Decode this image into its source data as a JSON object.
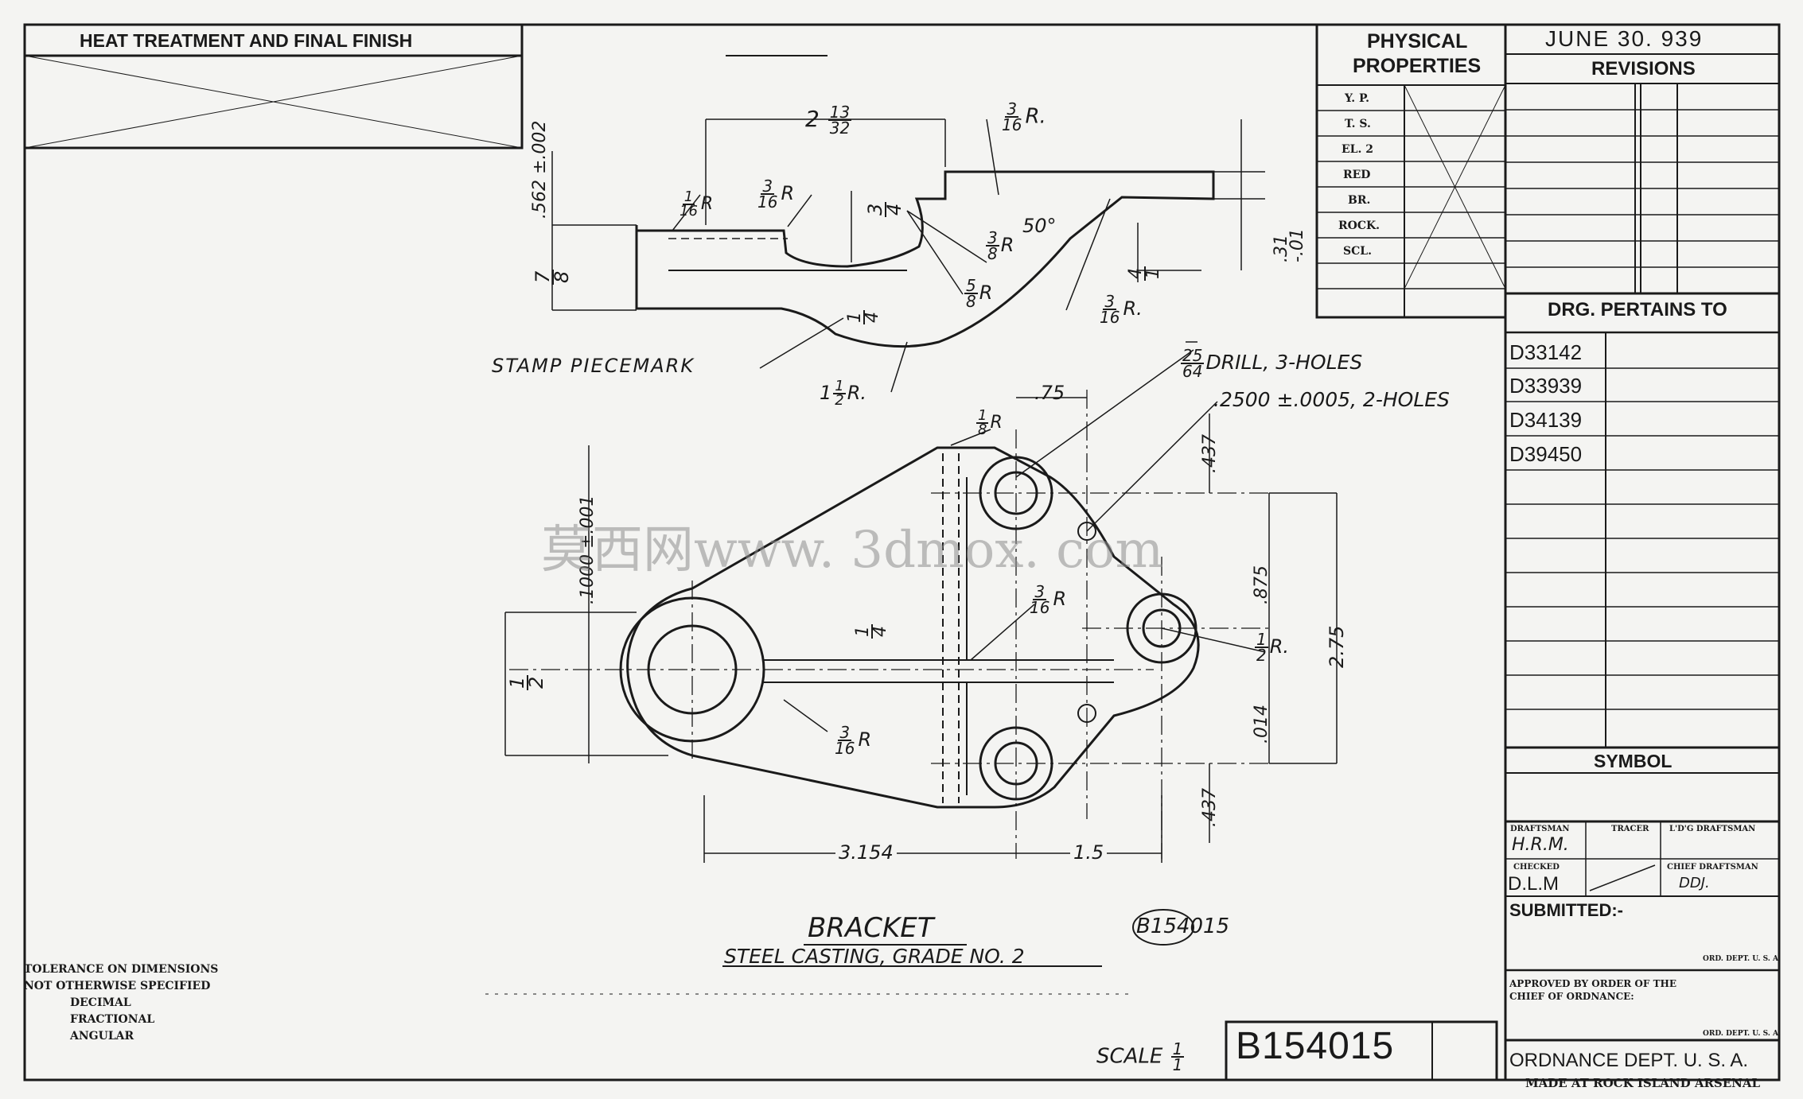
{
  "heat_treatment": {
    "label": "HEAT TREATMENT AND FINAL FINISH"
  },
  "physical_properties": {
    "title_line1": "PHYSICAL",
    "title_line2": "PROPERTIES",
    "rows": [
      "Y. P.",
      "T. S.",
      "EL. 2",
      "RED",
      "BR.",
      "ROCK.",
      "SCL."
    ]
  },
  "revisions": {
    "date": "JUNE 30. 939",
    "title": "REVISIONS"
  },
  "drg_pertains": {
    "title": "DRG. PERTAINS TO",
    "items": [
      "D33142",
      "D33939",
      "D34139",
      "D39450"
    ]
  },
  "symbol": {
    "label": "SYMBOL"
  },
  "signatures": {
    "draftsman_label": "DRAFTSMAN",
    "draftsman": "H.R.M.",
    "tracer_label": "TRACER",
    "chief_draftsman_label": "L'D'G DRAFTSMAN",
    "checker_label": "CHECKED",
    "checker": "D.L.M",
    "chief_label": "CHIEF DRAFTSMAN",
    "chief_sig": "DDJ.",
    "submitted": "SUBMITTED:-",
    "ord_dept_small": "ORD. DEPT. U. S. A.",
    "approved": "APPROVED BY ORDER OF THE CHIEF OF ORDNANCE:",
    "ord_dept_small2": "ORD. DEPT. U. S. A."
  },
  "footer": {
    "ordnance": "ORDNANCE DEPT. U. S. A.",
    "made_at": "MADE AT ROCK ISLAND ARSENAL",
    "scale_label": "SCALE",
    "scale_n": "1",
    "scale_d": "1",
    "drawing_no": "B154015"
  },
  "part": {
    "name": "BRACKET",
    "material": "STEEL CASTING, GRADE NO. 2",
    "number": "B154015"
  },
  "tolerance": {
    "line1": "TOLERANCE ON DIMENSIONS",
    "line2": "NOT OTHERWISE SPECIFIED",
    "line3": "DECIMAL",
    "line4": "FRACTIONAL",
    "line5": "ANGULAR"
  },
  "dims": {
    "top_width_whole": "2",
    "top_width_n": "13",
    "top_width_d": "32",
    "r316": "R.",
    "r316_n": "3",
    "r316_d": "16",
    "d562": ".562",
    "d002": "±.002",
    "d78_n": "7",
    "d78_d": "8",
    "r116_n": "1",
    "r116_d": "16",
    "r316b": "R",
    "d34_n": "3",
    "d34_d": "4",
    "angle": "50°",
    "r38_n": "3",
    "r38_d": "8",
    "r38": "R",
    "r58_n": "5",
    "r58_d": "8",
    "r58": "R",
    "d14_n": "1",
    "d14_d": "4",
    "d41_n": "4",
    "d41_d": "1",
    "d31": ".31",
    "d01": "-.01",
    "r316c": "R.",
    "r112_w": "1",
    "r112_n": "1",
    "r112_d": "2",
    "r112": "R.",
    "stamp": "STAMP PIECEMARK",
    "drill": "DRILL, 3-HOLES",
    "drill_n": "25",
    "drill_d": "64",
    "ream": ".2500 ±.0005, 2-HOLES",
    "d75": ".75",
    "r18_n": "1",
    "r18_d": "8",
    "r18": "R",
    "d437a": ".437",
    "d001": ".1000 ±.001",
    "d875": ".875",
    "r12_n": "1",
    "r12_d": "2",
    "r12": "R.",
    "d275": "2.75",
    "d112_n": "1",
    "d112_d": "2",
    "d14b_n": "1",
    "d14b_d": "4",
    "r316d_n": "3",
    "r316d_d": "16",
    "r316d": "R",
    "r316e_n": "3",
    "r316e_d": "16",
    "r316e": "R",
    "d014": ".014",
    "d437b": ".437",
    "d3154": "3.154",
    "d15": "1.5"
  },
  "watermark": "莫西网www. 3dmox. com"
}
